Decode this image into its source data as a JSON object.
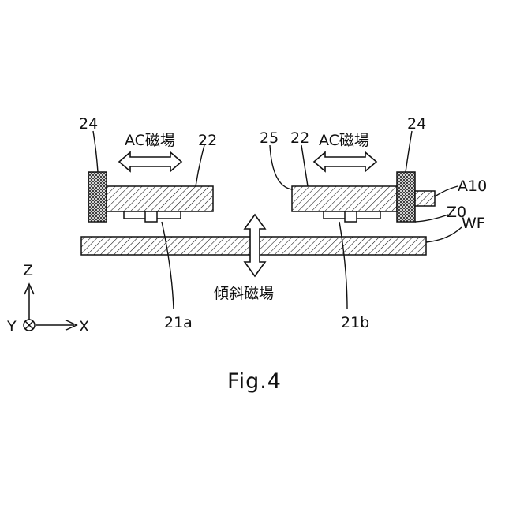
{
  "labels": {
    "holder_left": "24",
    "holder_right": "24",
    "ac_field_left": "AC磁場",
    "ac_field_right": "AC磁場",
    "arm_left": "22",
    "arm_right": "22",
    "part_25": "25",
    "a10": "A10",
    "z0": "Z0",
    "wf": "WF",
    "tilt_field": "傾斜磁場",
    "sensor_a": "21a",
    "sensor_b": "21b"
  },
  "axes": {
    "z": "Z",
    "y": "Y",
    "x": "X"
  },
  "caption": "Fig.4"
}
